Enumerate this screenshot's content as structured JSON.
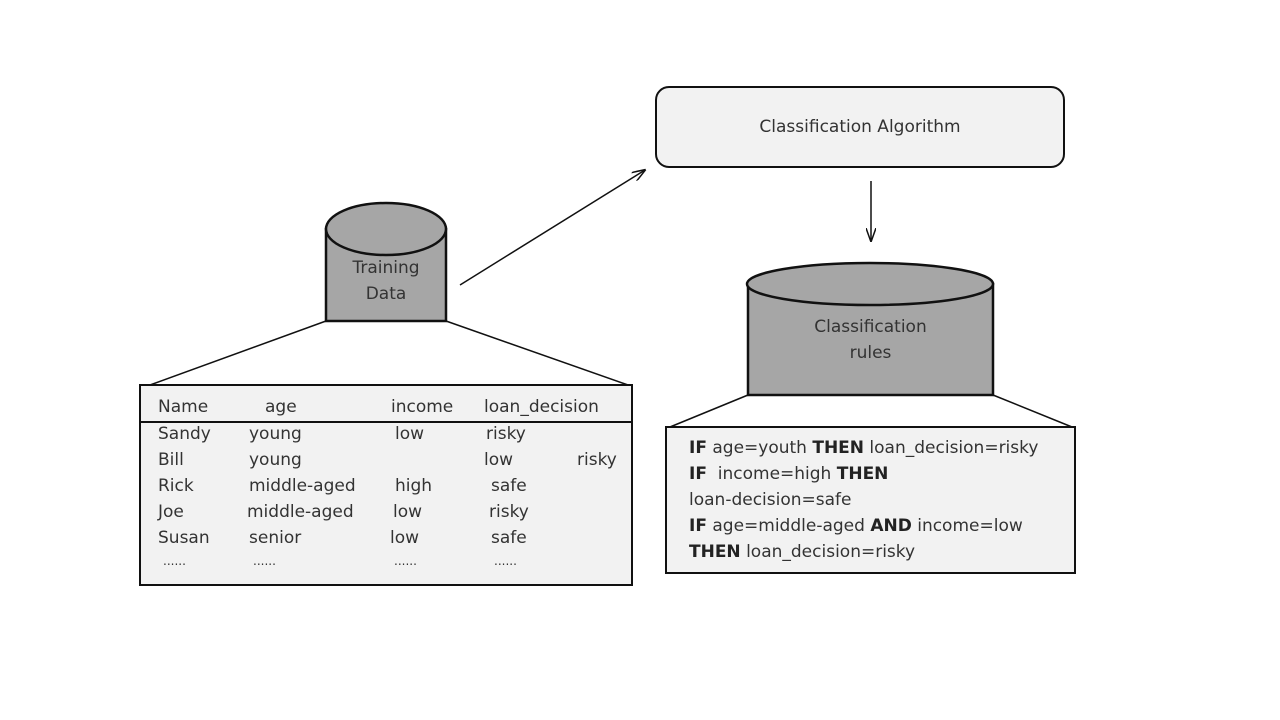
{
  "algorithm": {
    "label": "Classification Algorithm"
  },
  "training_db": {
    "line1": "Training",
    "line2": "Data"
  },
  "rules_db": {
    "line1": "Classification",
    "line2": "rules"
  },
  "table": {
    "headers": [
      "Name",
      "age",
      "income",
      "loan_decision"
    ],
    "rows": [
      [
        "Sandy",
        "young",
        "low",
        "risky"
      ],
      [
        "Bill",
        "young",
        "low",
        "risky"
      ],
      [
        "Rick",
        "middle-aged",
        "high",
        "safe"
      ],
      [
        "Joe",
        "middle-aged",
        "low",
        "risky"
      ],
      [
        "Susan",
        "senior",
        "low",
        "safe"
      ],
      [
        "......",
        "......",
        "......",
        "......"
      ]
    ]
  },
  "rules": {
    "r1": {
      "kw_if": "IF",
      "cond": " age=youth ",
      "kw_then": "THEN",
      "result": " loan_decision=risky"
    },
    "r2": {
      "kw_if": "IF",
      "cond": "  income=high ",
      "kw_then": "THEN"
    },
    "r2b": {
      "result": "loan-decision=safe"
    },
    "r3": {
      "kw_if": "IF",
      "cond1": " age=middle-aged ",
      "kw_and": "AND",
      "cond2": " income=low"
    },
    "r3b": {
      "kw_then": "THEN",
      "result": " loan_decision=risky"
    }
  },
  "colors": {
    "cylinder_fill": "#a6a6a6",
    "box_fill": "#f2f2f2",
    "stroke": "#111111",
    "text": "#333333"
  }
}
